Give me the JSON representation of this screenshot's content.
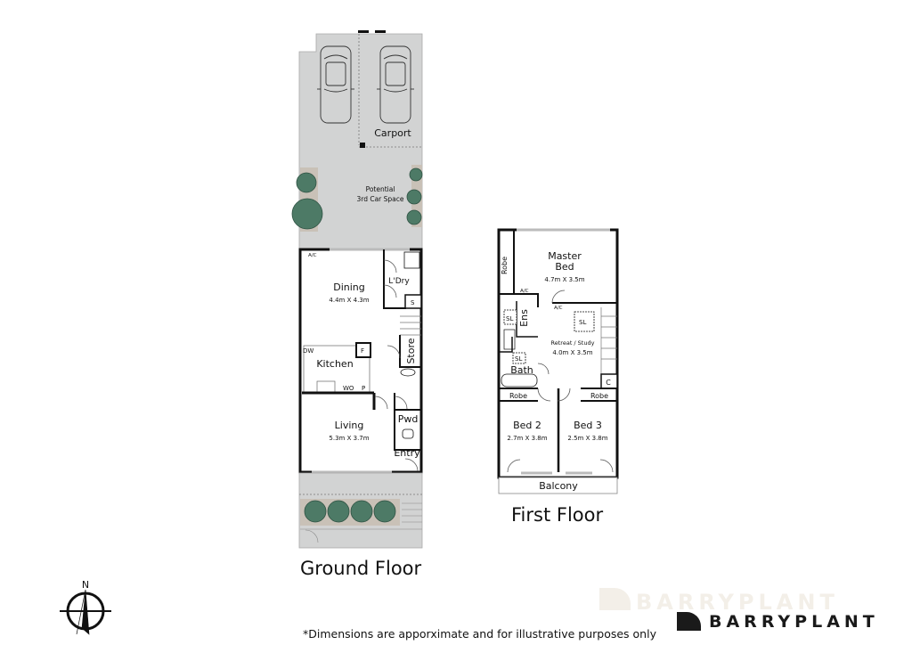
{
  "ground_floor": {
    "title": "Ground Floor",
    "rooms": {
      "carport": {
        "label": "Carport"
      },
      "potential": {
        "label_line1": "Potential",
        "label_line2": "3rd Car Space"
      },
      "dining": {
        "label": "Dining",
        "dims": "4.4m X 4.3m"
      },
      "laundry": {
        "label": "L'Dry"
      },
      "kitchen": {
        "label": "Kitchen"
      },
      "store": {
        "label": "Store"
      },
      "living": {
        "label": "Living",
        "dims": "5.3m X 3.7m"
      },
      "powder": {
        "label": "Pwd"
      },
      "entry": {
        "label": "Entry"
      }
    },
    "fixtures": {
      "ac": "A/C",
      "dw": "DW",
      "f": "F",
      "wo": "WO",
      "p": "P",
      "s": "S"
    }
  },
  "first_floor": {
    "title": "First Floor",
    "rooms": {
      "master": {
        "label_line1": "Master",
        "label_line2": "Bed",
        "dims": "4.7m X 3.5m"
      },
      "robe_master": {
        "label": "Robe"
      },
      "ensuite": {
        "label": "Ens"
      },
      "retreat": {
        "label": "Retreat / Study",
        "dims": "4.0m X 3.5m"
      },
      "bath": {
        "label": "Bath"
      },
      "robe2": {
        "label": "Robe"
      },
      "robe3": {
        "label": "Robe"
      },
      "bed2": {
        "label": "Bed 2",
        "dims": "2.7m X 3.8m"
      },
      "bed3": {
        "label": "Bed 3",
        "dims": "2.5m X 3.8m"
      },
      "balcony": {
        "label": "Balcony"
      },
      "cupboard": {
        "label": "C"
      }
    },
    "fixtures": {
      "sl": "SL",
      "ac": "A/C"
    }
  },
  "compass": {
    "label": "N"
  },
  "disclaimer": "*Dimensions are apporximate and for illustrative purposes only",
  "brand": {
    "name": "BARRYPLANT",
    "color": "#1a1a1a",
    "watermark_color": "#f3efe8"
  },
  "colors": {
    "paving": "#d2d3d3",
    "garden": "#c9c1b7",
    "tree": "#4d7a66",
    "wall": "#111111"
  }
}
